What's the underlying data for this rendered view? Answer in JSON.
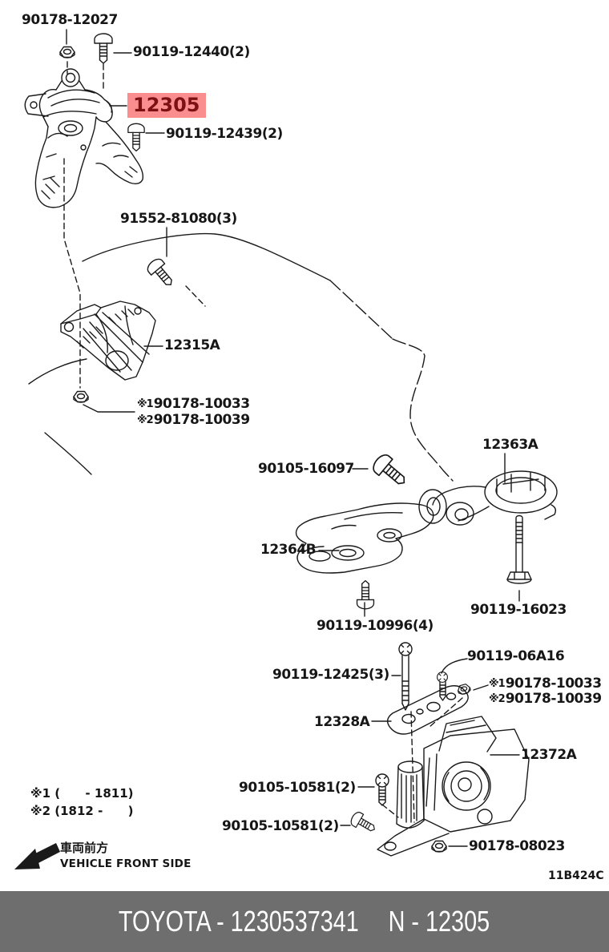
{
  "diagram": {
    "figure_code": "11B424C",
    "line_color": "#1a1a1a",
    "highlighted_part": {
      "text": "12305",
      "bg_color": "#fa8e8e",
      "text_color": "#7e1013"
    },
    "callouts": {
      "nut_90178_12027": "90178-12027",
      "bolt_90119_12440": "90119-12440(2)",
      "bolt_90119_12439": "90119-12439(2)",
      "bolt_91552_81080": "91552-81080(3)",
      "bracket_12315a": "12315A",
      "nut_variant_upper_1": {
        "prefix": "※1",
        "text": "90178-10033"
      },
      "nut_variant_upper_2": {
        "prefix": "※2",
        "text": "90178-10039"
      },
      "rod_12363a": "12363A",
      "bolt_90105_16097": "90105-16097",
      "bracket_12364b": "12364B",
      "bolt_90119_10996": "90119-10996(4)",
      "bolt_90119_16023": "90119-16023",
      "bolt_90119_06a16": "90119-06A16",
      "bolt_90119_12425": "90119-12425(3)",
      "nut_variant_lower_1": {
        "prefix": "※1",
        "text": "90178-10033"
      },
      "nut_variant_lower_2": {
        "prefix": "※2",
        "text": "90178-10039"
      },
      "stay_12328a": "12328A",
      "insulator_12372a": "12372A",
      "bolt_90105_10581_upper": "90105-10581(2)",
      "bolt_90105_10581_lower": "90105-10581(2)",
      "nut_90178_08023": "90178-08023"
    },
    "legend": {
      "note1": "※1 (      - 1811)",
      "note2": "※2 (1812 -      )",
      "front_jp": "車両前方",
      "front_en": "VEHICLE FRONT SIDE"
    }
  },
  "footer": {
    "bg_color": "#6e6e6e",
    "catalog_label": "TOYOTA - 1230537341",
    "part_label": "N - 12305"
  }
}
